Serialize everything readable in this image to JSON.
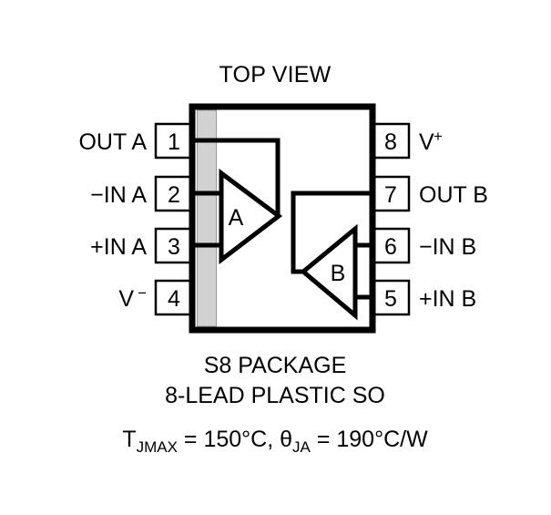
{
  "title": "TOP VIEW",
  "package": {
    "body_fill": "#ffffff",
    "body_stroke": "#000000",
    "notch_strip_fill": "#d2d2d2",
    "notch_strip_stroke": "#9a9a9a"
  },
  "pins_left": [
    {
      "number": "1",
      "label": "OUT A",
      "label_sup": ""
    },
    {
      "number": "2",
      "label": "−IN A",
      "label_sup": ""
    },
    {
      "number": "3",
      "label": "+IN A",
      "label_sup": ""
    },
    {
      "number": "4",
      "label": "V",
      "label_sup": "−"
    }
  ],
  "pins_right": [
    {
      "number": "8",
      "label": "V",
      "label_sup": "+"
    },
    {
      "number": "7",
      "label": "OUT B",
      "label_sup": ""
    },
    {
      "number": "6",
      "label": "−IN B",
      "label_sup": ""
    },
    {
      "number": "5",
      "label": "+IN B",
      "label_sup": ""
    }
  ],
  "amplifiers": [
    {
      "letter": "A"
    },
    {
      "letter": "B"
    }
  ],
  "caption": {
    "line1": "S8 PACKAGE",
    "line2": "8-LEAD PLASTIC SO",
    "thermal": {
      "symbol1": "T",
      "symbol1_sub": "JMAX",
      "equals1": " = ",
      "value1": "150°C,",
      "symbol2": "θ",
      "symbol2_sub": "JA",
      "equals2": " = ",
      "value2": "190°C/W"
    }
  }
}
